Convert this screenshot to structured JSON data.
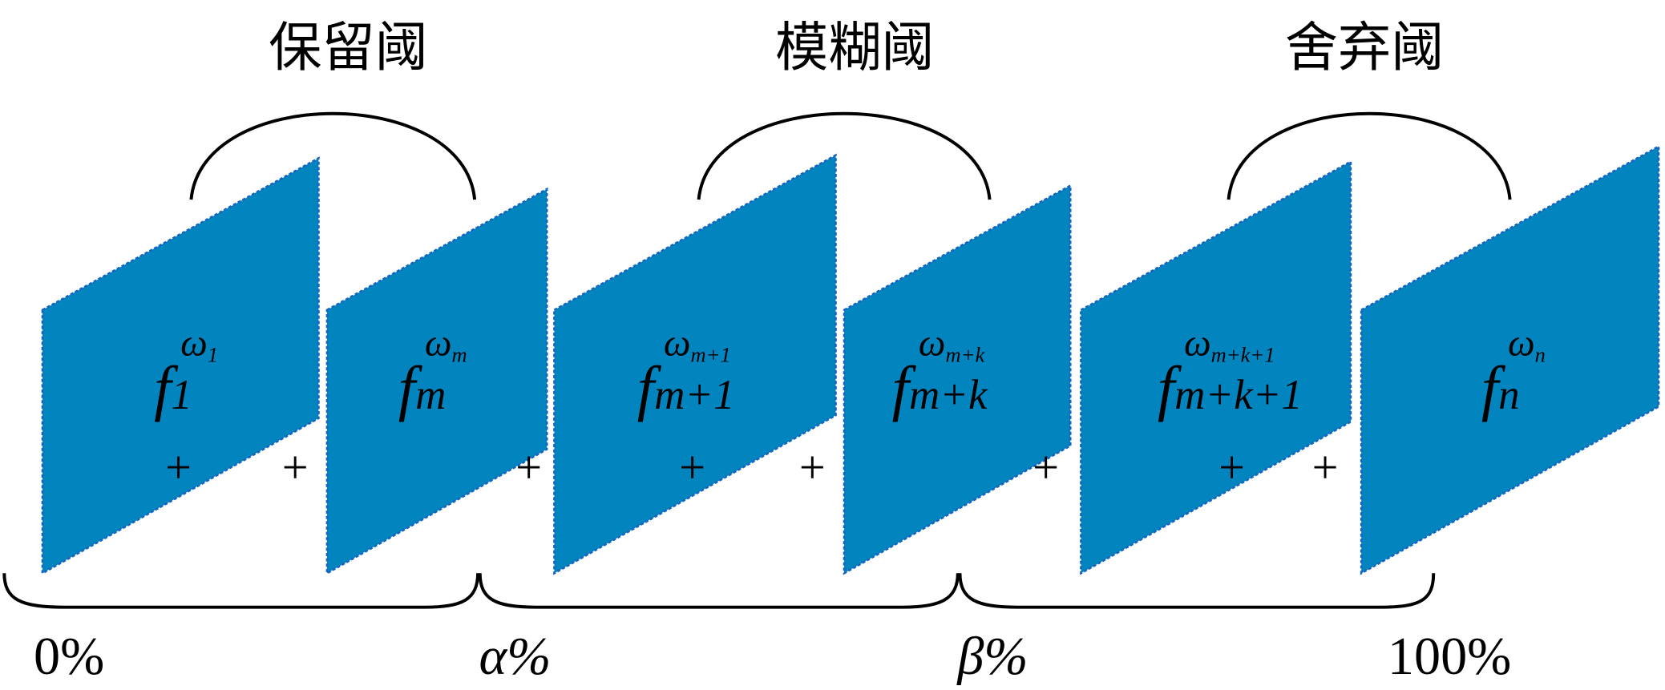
{
  "colors": {
    "panel": "#0284BF",
    "panel_edge": "#1565C0",
    "line": "#000000"
  },
  "thresholds": [
    {
      "title": "保留阈"
    },
    {
      "title": "模糊阈"
    },
    {
      "title": "舍弃阈"
    }
  ],
  "panels": [
    {
      "base": "f",
      "sub": "1",
      "sup_base": "ω",
      "sup_sub": "1"
    },
    {
      "base": "f",
      "sub": "m",
      "sup_base": "ω",
      "sup_sub": "m"
    },
    {
      "base": "f",
      "sub": "m+1",
      "sup_base": "ω",
      "sup_sub": "m+1"
    },
    {
      "base": "f",
      "sub": "m+k",
      "sup_base": "ω",
      "sup_sub": "m+k"
    },
    {
      "base": "f",
      "sub": "m+k+1",
      "sup_base": "ω",
      "sup_sub": "m+k+1"
    },
    {
      "base": "f",
      "sub": "n",
      "sup_base": "ω",
      "sup_sub": "n"
    }
  ],
  "plus_sign": "+",
  "percent_labels": [
    "0%",
    "α%",
    "β%",
    "100%"
  ]
}
